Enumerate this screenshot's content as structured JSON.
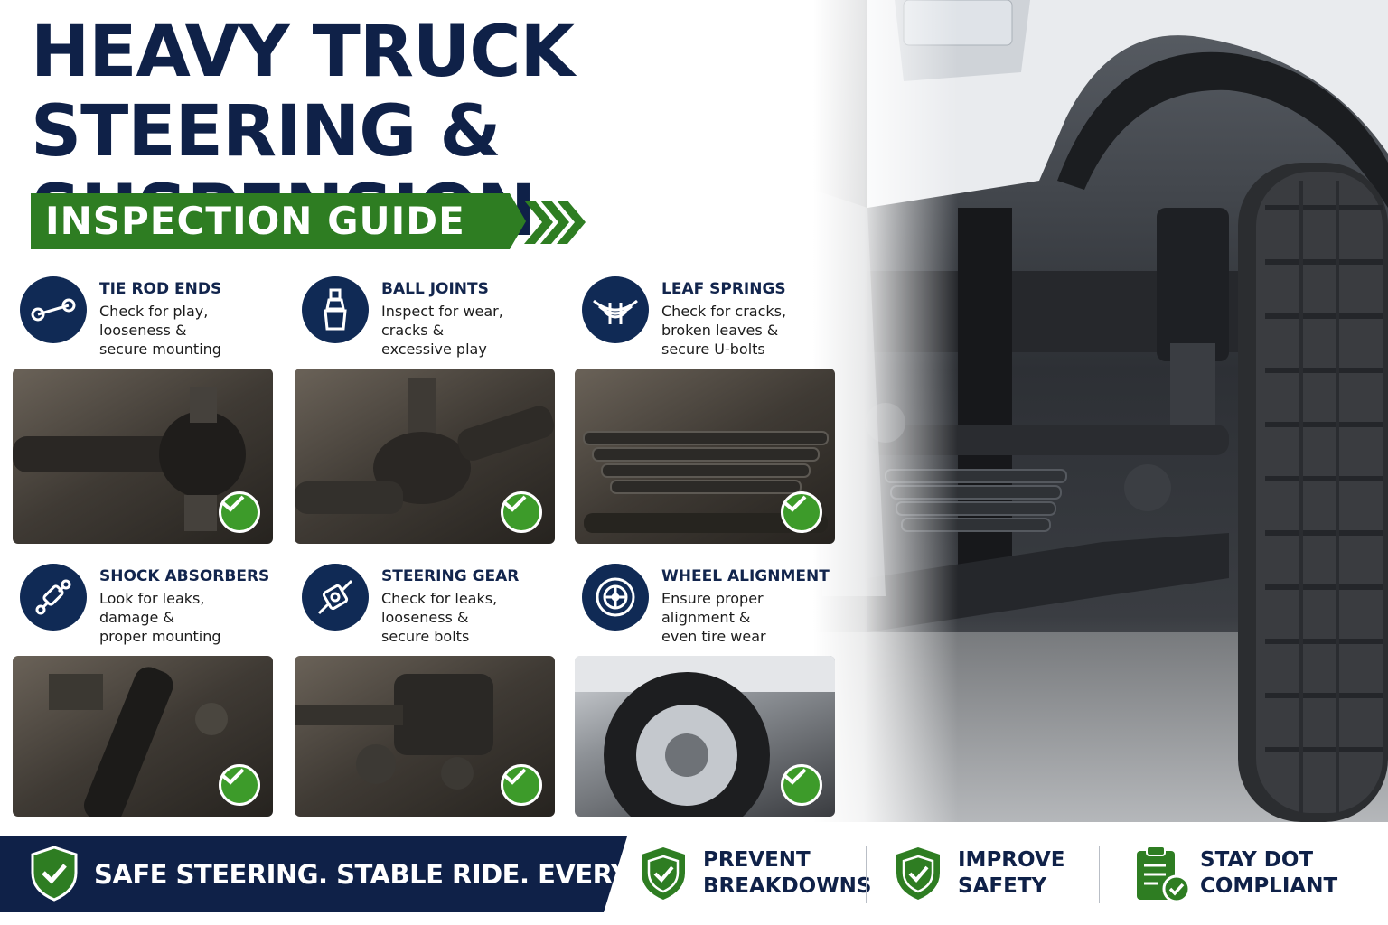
{
  "title": {
    "line1": "HEAVY TRUCK",
    "line2": "STEERING & SUSPENSION"
  },
  "banner": "INSPECTION GUIDE",
  "cards": [
    {
      "title": "TIE ROD ENDS",
      "desc": [
        "Check for play,",
        "looseness &",
        "secure mounting"
      ],
      "icon": "tie-rod-icon"
    },
    {
      "title": "BALL JOINTS",
      "desc": [
        "Inspect for wear,",
        "cracks &",
        "excessive play"
      ],
      "icon": "ball-joint-icon"
    },
    {
      "title": "LEAF SPRINGS",
      "desc": [
        "Check for cracks,",
        "broken leaves &",
        "secure U-bolts"
      ],
      "icon": "leaf-spring-icon"
    },
    {
      "title": "SHOCK ABSORBERS",
      "desc": [
        "Look for leaks,",
        "damage &",
        "proper mounting"
      ],
      "icon": "shock-absorber-icon"
    },
    {
      "title": "STEERING GEAR",
      "desc": [
        "Check for leaks,",
        "looseness &",
        "secure bolts"
      ],
      "icon": "steering-gear-icon"
    },
    {
      "title": "WHEEL ALIGNMENT",
      "desc": [
        "Ensure proper",
        "alignment &",
        "even tire wear"
      ],
      "icon": "wheel-icon"
    }
  ],
  "footer": {
    "slogan": "SAFE STEERING. STABLE RIDE. EVERY MILE.",
    "benefits": [
      {
        "lines": [
          "PREVENT",
          "BREAKDOWNS"
        ],
        "icon": "shield-check-icon"
      },
      {
        "lines": [
          "IMPROVE",
          "SAFETY"
        ],
        "icon": "shield-check-icon"
      },
      {
        "lines": [
          "STAY DOT",
          "COMPLIANT"
        ],
        "icon": "clipboard-check-icon"
      }
    ]
  },
  "colors": {
    "navy": "#0f2148",
    "green": "#2e7d22",
    "check_green": "#3d9b2a"
  }
}
